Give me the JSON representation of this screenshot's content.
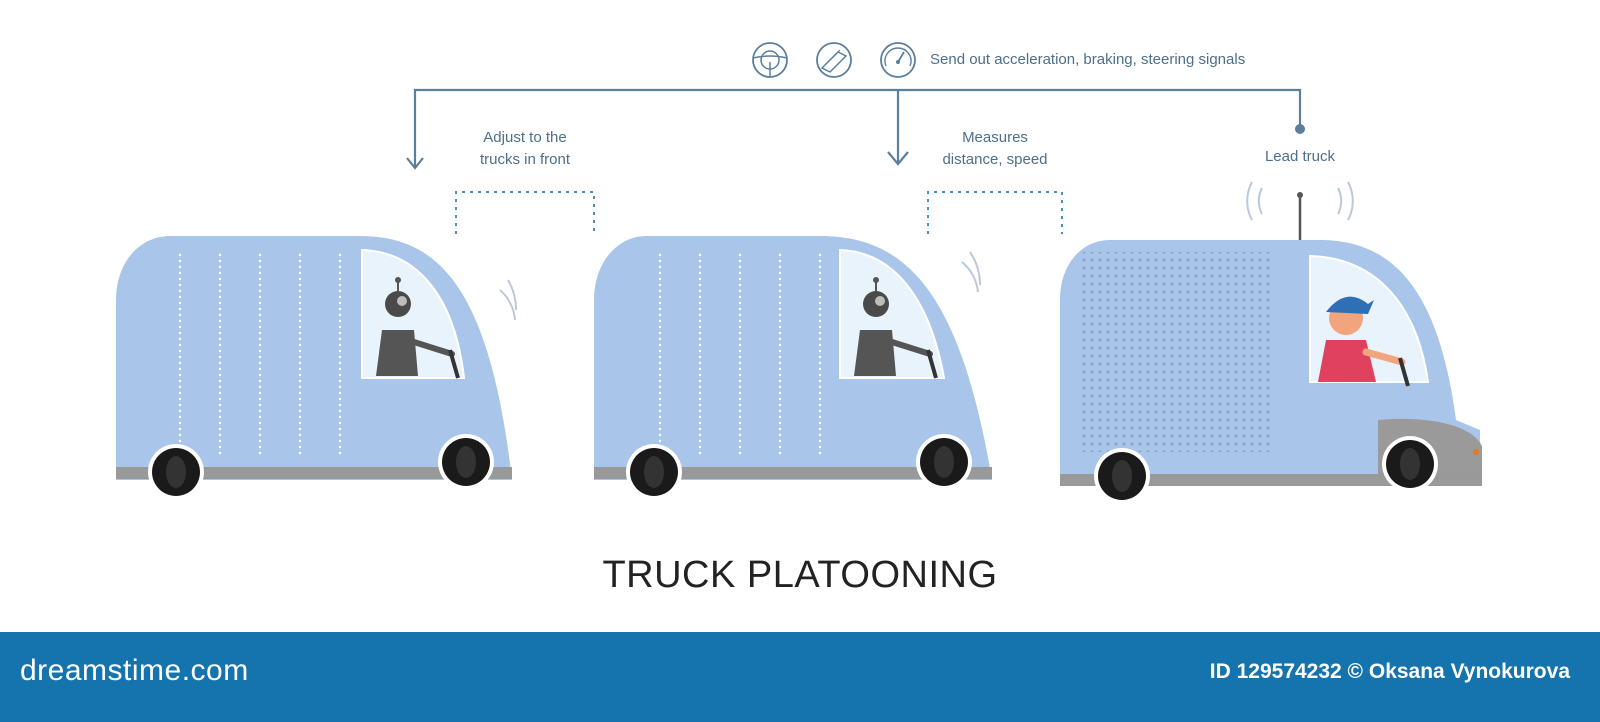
{
  "diagram": {
    "signals_label": "Send out acceleration, braking, steering signals",
    "adjust_label": "Adjust to the\ntrucks in front",
    "measures_label": "Measures\ndistance, speed",
    "lead_label": "Lead truck",
    "title": "TRUCK PLATOONING",
    "icons": [
      "steering-wheel-icon",
      "pedal-icon",
      "speedometer-icon"
    ]
  },
  "footer": {
    "brand": "dreamstime.com",
    "credit": "ID 129574232 © Oksana Vynokurova"
  },
  "colors": {
    "truck_body": "#a9c6ea",
    "line": "#5a7f9c",
    "dotted": "#4a8fc0",
    "footer": "#1574ad"
  }
}
